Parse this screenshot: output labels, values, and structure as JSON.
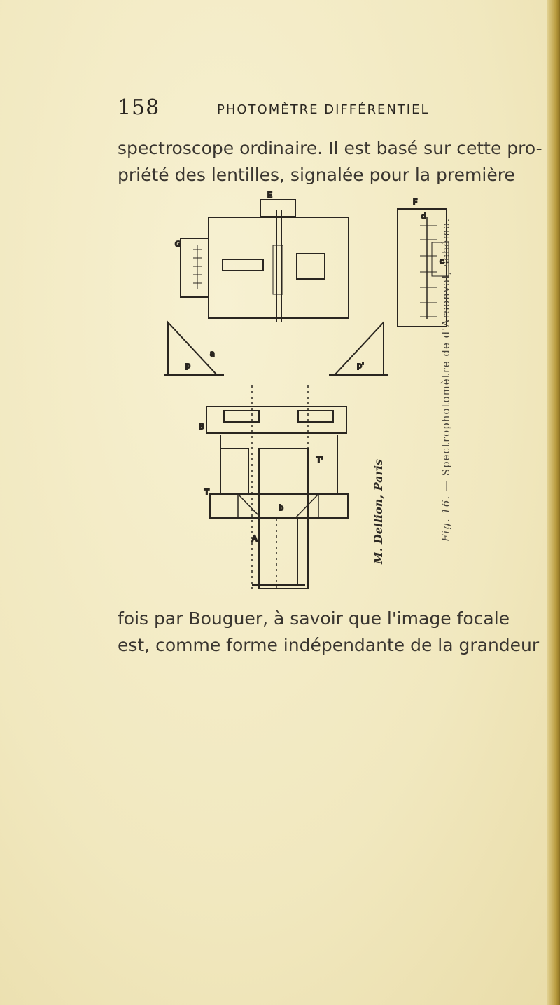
{
  "page": {
    "page_number": "158",
    "running_head": "PHOTOMÈTRE DIFFÉRENTIEL"
  },
  "paragraph_top": {
    "lines": [
      "spectroscope ordinaire. Il est basé sur cette pro-",
      "priété des lentilles, signalée pour la première"
    ]
  },
  "figure": {
    "caption_number": "Fig. 16.",
    "caption_text": "— Spectrophotomètre de d'Arsonval, schéma.",
    "engraver_signature": "M. Dellion, Paris",
    "labels": [
      "E",
      "G",
      "F",
      "A",
      "a",
      "b",
      "B",
      "T",
      "T'",
      "p",
      "p'",
      "d",
      "c"
    ]
  },
  "paragraph_bottom": {
    "lines": [
      "fois par Bouguer, à savoir que l'image focale",
      "est, comme forme indépendante de la grandeur"
    ]
  },
  "colors": {
    "paper": "#f3ecc6",
    "ink": "#2a2620"
  }
}
